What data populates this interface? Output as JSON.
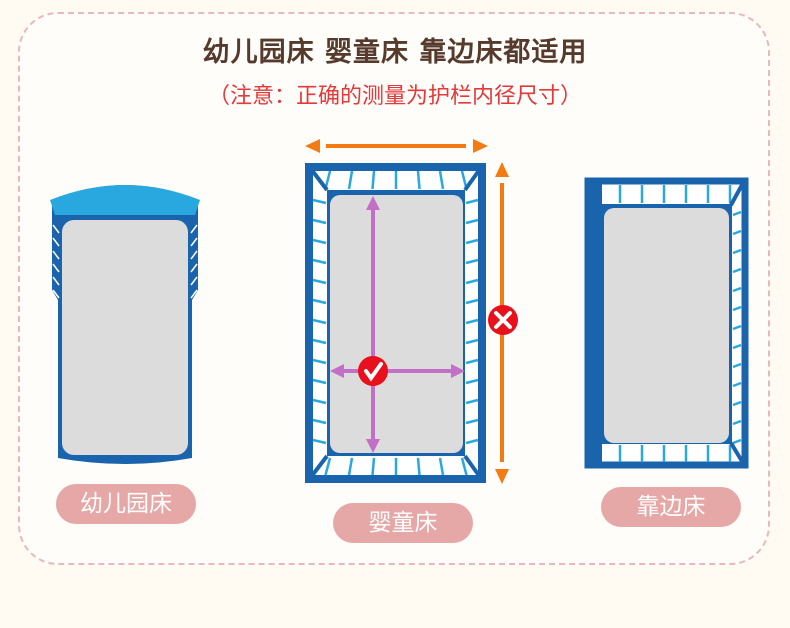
{
  "title": "幼儿园床 婴童床 靠边床都适用",
  "subtitle": "（注意：正确的测量为护栏内径尺寸）",
  "beds": [
    {
      "label": "幼儿园床"
    },
    {
      "label": "婴童床"
    },
    {
      "label": "靠边床"
    }
  ],
  "colors": {
    "frame": "#1a64ae",
    "slat": "#29a8e0",
    "mattress": "#dcdcdc",
    "wrong_arrow": "#f47b12",
    "right_arrow": "#c36fc7",
    "mark": "#e8101a",
    "pill": "#e6a8a6"
  },
  "icons": {
    "correct": "check-circle-icon",
    "wrong": "x-circle-icon"
  }
}
